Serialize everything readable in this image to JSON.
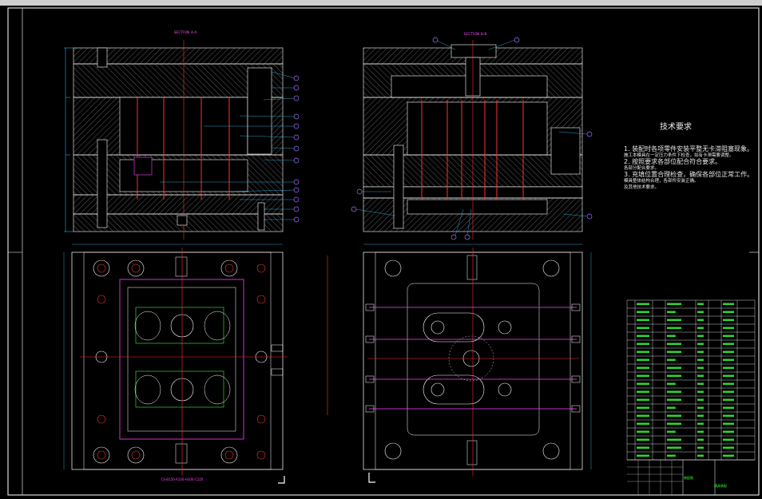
{
  "sheet": {
    "background": "#000000",
    "frame_color": "#ffffff",
    "center_line_color": "#ff3030",
    "dim_color": "#33ccff",
    "label_color": "#ff40ff",
    "balloon_color": "#9d6bff",
    "bom_text_color": "#33ff33"
  },
  "views": {
    "section_a": {
      "title": "SECTION A-A"
    },
    "section_b": {
      "title": "SECTION B-B"
    },
    "plan_left": {
      "name_tag": "CS-B150-A100-H100-C220"
    },
    "plan_right": {
      "name_tag": ""
    }
  },
  "notes": {
    "heading": "技术要求",
    "lines": [
      "1. 装配时各项零件安装平整无卡滞阻塞现象。",
      "施工本模具在一定压力条件下检查，如有卡滞需要调整。",
      "2. 按照要求各部位配合符合要求。",
      "各部分配合要求。",
      "3. 充填位置合理检查，确保各部位正常工作。",
      "模具整体结构合理，各部件安装正确。",
      "及其他技术要求。"
    ]
  },
  "title_block": {
    "rows": 20,
    "tag_a": "装配图",
    "tag_b": "模具装配"
  }
}
